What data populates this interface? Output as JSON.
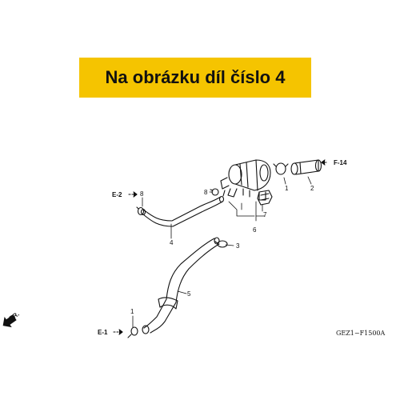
{
  "banner": {
    "text": "Na obrázku díl číslo 4",
    "color": "#f5c400"
  },
  "diagram": {
    "references": {
      "e2": "E-2",
      "f14": "F-14",
      "e1": "E-1"
    },
    "front_arrow": "FR.",
    "part_labels": {
      "p1_top": "1",
      "p2": "2",
      "p3": "3",
      "p4": "4",
      "p5": "5",
      "p6": "6",
      "p7": "7",
      "p8_left": "8",
      "p8_mid": "8",
      "p1_bottom": "1"
    },
    "drawing_code": "GEZ1−F1500A"
  }
}
